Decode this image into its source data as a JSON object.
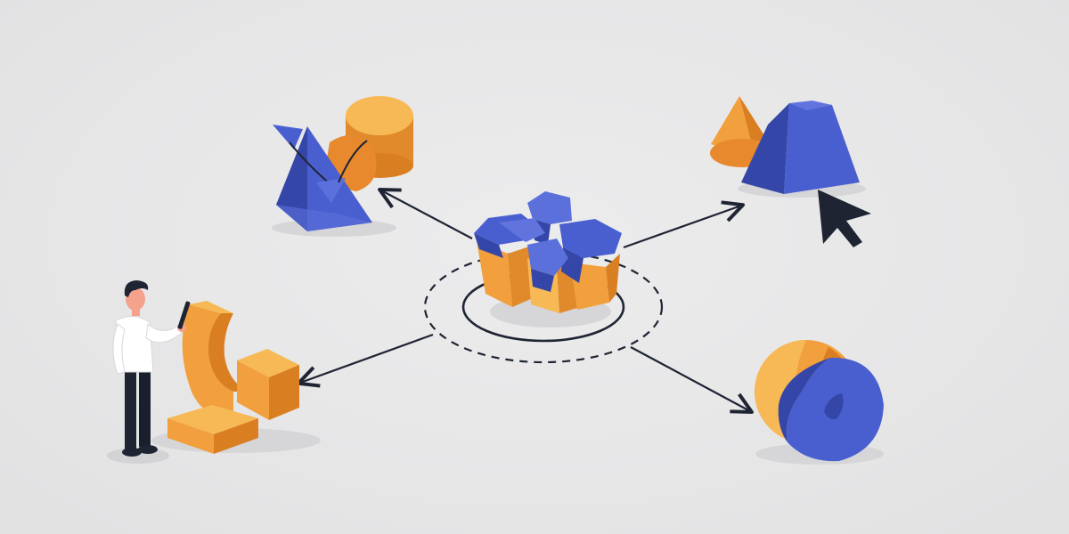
{
  "illustration": {
    "palette": {
      "background": "#e8e8e9",
      "blue": "#4a5fcf",
      "blue_light": "#5b70db",
      "blue_dark": "#3446a8",
      "orange": "#f2a03d",
      "orange_light": "#f7b955",
      "orange_dark": "#d97f22",
      "ink": "#1f2433",
      "shadow": "#d4d4d6"
    },
    "elements": {
      "center_hub": "multi-block-cluster",
      "top_left": "pyramid-and-cylinder-with-flag",
      "top_right": "cone-and-pyramid-with-cursor",
      "bottom_left": "person-with-tablet-and-curved-blocks",
      "bottom_right": "split-sphere"
    },
    "icons": [
      "arrow-icon",
      "cursor-icon",
      "flag-icon"
    ]
  }
}
